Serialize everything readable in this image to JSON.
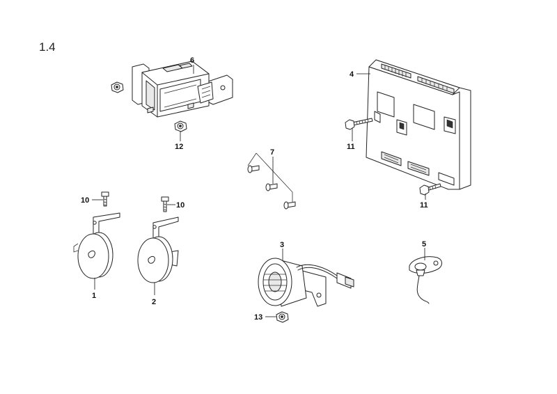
{
  "diagram": {
    "section_number": "1.4",
    "callouts": {
      "c1": "1",
      "c2": "2",
      "c3": "3",
      "c4": "4",
      "c5": "5",
      "c6": "6",
      "c7": "7",
      "c10a": "10",
      "c10b": "10",
      "c11a": "11",
      "c11b": "11",
      "c12": "12",
      "c13": "13"
    }
  }
}
